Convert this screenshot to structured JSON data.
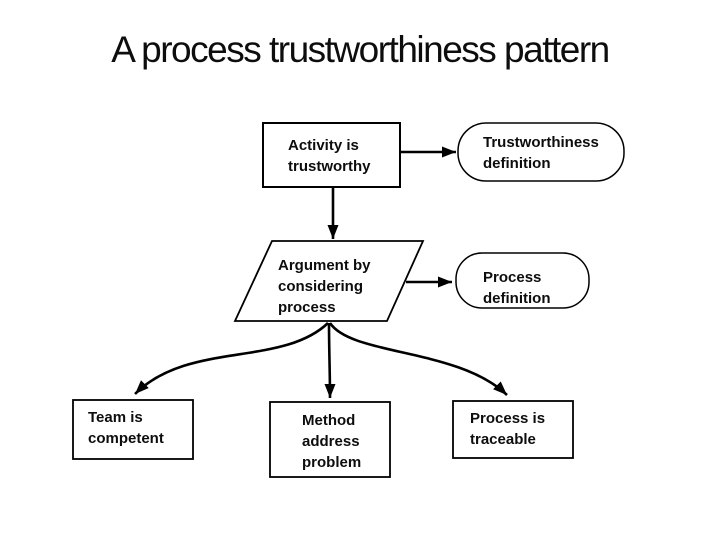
{
  "title": "A process trustworthiness pattern",
  "colors": {
    "ink": "#000000",
    "background": "#ffffff"
  },
  "nodes": {
    "activity": {
      "shape": "rectangle",
      "lines": [
        "Activity is",
        "trustworthy"
      ]
    },
    "trust_def": {
      "shape": "rounded",
      "lines": [
        "Trustworthiness",
        "definition"
      ]
    },
    "argument": {
      "shape": "parallelogram",
      "lines": [
        "Argument by",
        "considering",
        "process"
      ]
    },
    "process_def": {
      "shape": "rounded",
      "lines": [
        "Process",
        "definition"
      ]
    },
    "team": {
      "shape": "rectangle",
      "lines": [
        "Team is",
        "competent"
      ]
    },
    "method": {
      "shape": "rectangle",
      "lines": [
        "Method",
        "address",
        "problem"
      ]
    },
    "traceable": {
      "shape": "rectangle",
      "lines": [
        "Process is",
        "traceable"
      ]
    }
  },
  "edges": [
    {
      "from": "activity",
      "to": "trust_def",
      "style": "straight"
    },
    {
      "from": "activity",
      "to": "argument",
      "style": "straight"
    },
    {
      "from": "argument",
      "to": "process_def",
      "style": "straight"
    },
    {
      "from": "argument",
      "to": "team",
      "style": "curved"
    },
    {
      "from": "argument",
      "to": "method",
      "style": "straight"
    },
    {
      "from": "argument",
      "to": "traceable",
      "style": "curved"
    }
  ]
}
